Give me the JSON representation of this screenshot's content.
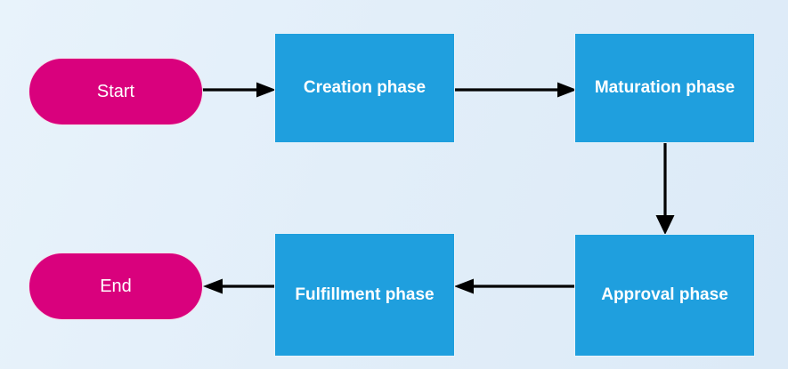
{
  "diagram": {
    "title": "Contract lifecycle phase flowchart",
    "background_color": "#E3F0FA",
    "accent_colors": {
      "terminator": "#D9017D",
      "process": "#1F9FDE",
      "connector": "#000000",
      "node_text": "#FFFFFF"
    },
    "nodes": [
      {
        "id": "start",
        "label": "Start",
        "shape": "stadium",
        "role": "terminator",
        "fill": "#D9017D",
        "text_color": "#FFFFFF",
        "bold": false
      },
      {
        "id": "creation",
        "label": "Creation phase",
        "shape": "rectangle",
        "role": "process",
        "fill": "#1F9FDE",
        "text_color": "#FFFFFF",
        "bold": true
      },
      {
        "id": "maturation",
        "label": "Maturation phase",
        "shape": "rectangle",
        "role": "process",
        "fill": "#1F9FDE",
        "text_color": "#FFFFFF",
        "bold": true
      },
      {
        "id": "approval",
        "label": "Approval phase",
        "shape": "rectangle",
        "role": "process",
        "fill": "#1F9FDE",
        "text_color": "#FFFFFF",
        "bold": true
      },
      {
        "id": "fulfillment",
        "label": "Fulfillment phase",
        "shape": "rectangle",
        "role": "process",
        "fill": "#1F9FDE",
        "text_color": "#FFFFFF",
        "bold": true
      },
      {
        "id": "end",
        "label": "End",
        "shape": "stadium",
        "role": "terminator",
        "fill": "#D9017D",
        "text_color": "#FFFFFF",
        "bold": false
      }
    ],
    "edges": [
      {
        "id": "start-to-creation",
        "from": "start",
        "to": "creation",
        "direction": "right",
        "label": ""
      },
      {
        "id": "creation-to-maturation",
        "from": "creation",
        "to": "maturation",
        "direction": "right",
        "label": ""
      },
      {
        "id": "maturation-to-approval",
        "from": "maturation",
        "to": "approval",
        "direction": "down",
        "label": ""
      },
      {
        "id": "approval-to-fulfillment",
        "from": "approval",
        "to": "fulfillment",
        "direction": "left",
        "label": ""
      },
      {
        "id": "fulfillment-to-end",
        "from": "fulfillment",
        "to": "end",
        "direction": "left",
        "label": ""
      }
    ]
  }
}
